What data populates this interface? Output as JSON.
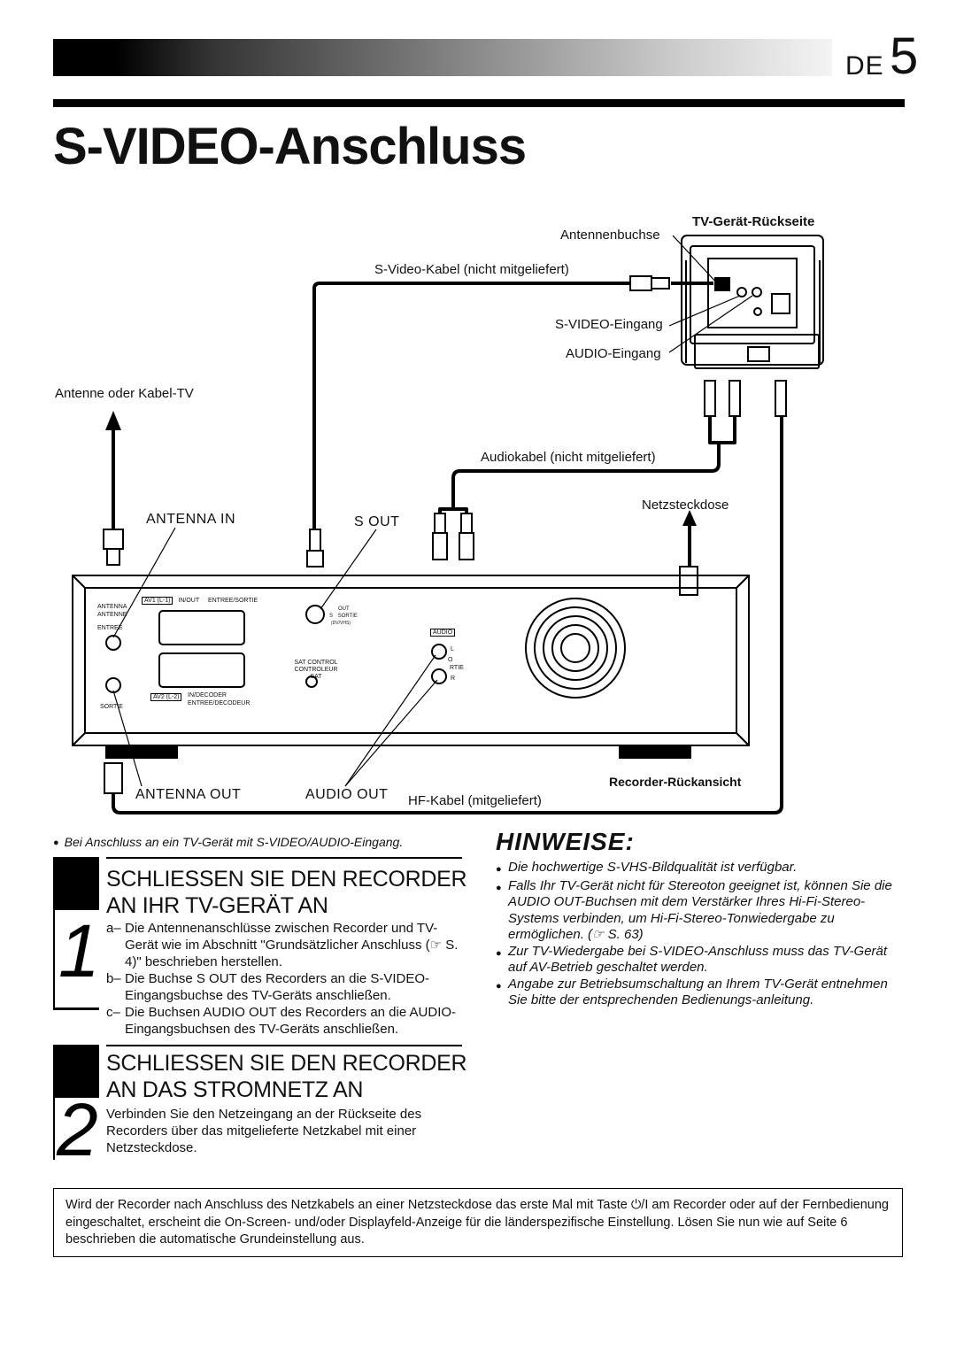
{
  "header": {
    "lang": "DE",
    "page_number": "5"
  },
  "title": "S-VIDEO-Anschluss",
  "diagram": {
    "tv_rear_title": "TV-Gerät-Rückseite",
    "antennenbuchse": "Antennenbuchse",
    "svideo_cable": "S-Video-Kabel (nicht mitgeliefert)",
    "svideo_input": "S-VIDEO-Eingang",
    "audio_input": "AUDIO-Eingang",
    "antenna_or_cable": "Antenne oder Kabel-TV",
    "audio_cable": "Audiokabel (nicht mitgeliefert)",
    "outlet": "Netzsteckdose",
    "antenna_in": "ANTENNA IN",
    "s_out": "S OUT",
    "antenna_out": "ANTENNA OUT",
    "audio_out": "AUDIO OUT",
    "rf_cable": "HF-Kabel (mitgeliefert)",
    "recorder_rear": "Recorder-Rückansicht",
    "panel": {
      "antenna": "ANTENNA",
      "antenne": "ANTENNE",
      "entree": "ENTREE",
      "av1": "AV1 (L-1)",
      "inout": "IN/OUT",
      "entree_sortie": "ENTREE/SORTIE",
      "out": "OUT",
      "sortie": "SORTIE",
      "s": "S",
      "dvvhs": "(DV/VHS)",
      "sat_control": "SAT CONTROL",
      "controleur_sat": "CONTROLEUR SAT",
      "audio": "AUDIO",
      "l": "L",
      "r": "R",
      "rtie": "RTIE",
      "o": "O",
      "av2": "AV2 (L-2)",
      "in_decoder": "IN/DECODER",
      "entree_decodeur": "ENTREE/DECODEUR",
      "sortie2": "SORTIE"
    }
  },
  "caption": "Bei Anschluss an ein TV-Gerät mit S-VIDEO/AUDIO-Eingang.",
  "steps": [
    {
      "number": "1",
      "heading_line1": "SCHLIESSEN SIE DEN RECORDER",
      "heading_line2": "AN IHR TV-GERÄT AN",
      "items": [
        {
          "prefix": "a–",
          "text": "Die Antennenanschlüsse zwischen Recorder und TV-Gerät wie im Abschnitt \"Grundsätzlicher Anschluss (☞ S. 4)\" beschrieben herstellen."
        },
        {
          "prefix": "b–",
          "text": "Die Buchse S OUT des Recorders an die S-VIDEO-Eingangsbuchse des TV-Geräts anschließen."
        },
        {
          "prefix": "c–",
          "text": "Die Buchsen AUDIO OUT des Recorders an die AUDIO-Eingangsbuchsen des TV-Geräts anschließen."
        }
      ]
    },
    {
      "number": "2",
      "heading_line1": "SCHLIESSEN SIE DEN RECORDER",
      "heading_line2": "AN DAS STROMNETZ AN",
      "body": "Verbinden Sie den Netzeingang an der Rückseite des Recorders über das mitgelieferte Netzkabel mit einer Netzsteckdose."
    }
  ],
  "hints": {
    "title": "HINWEISE:",
    "items": [
      "Die hochwertige S-VHS-Bildqualität ist verfügbar.",
      "Falls Ihr TV-Gerät nicht für Stereoton geeignet ist, können Sie die AUDIO OUT-Buchsen mit dem Verstärker Ihres Hi-Fi-Stereo-Systems verbinden, um Hi-Fi-Stereo-Tonwiedergabe zu ermöglichen. (☞ S. 63)",
      "Zur TV-Wiedergabe bei S-VIDEO-Anschluss muss das TV-Gerät auf AV-Betrieb geschaltet werden.",
      "Angabe zur Betriebsumschaltung an Ihrem TV-Gerät entnehmen Sie bitte der entsprechenden Bedienungs-anleitung."
    ]
  },
  "footer": "Wird der Recorder nach Anschluss des Netzkabels an einer Netzsteckdose das erste Mal mit Taste ⏻/I am Recorder oder auf der Fernbedienung eingeschaltet, erscheint die On-Screen- und/oder Displayfeld-Anzeige für die länderspezifische Einstellung. Lösen Sie nun wie auf Seite 6 beschrieben die automatische Grundeinstellung aus."
}
